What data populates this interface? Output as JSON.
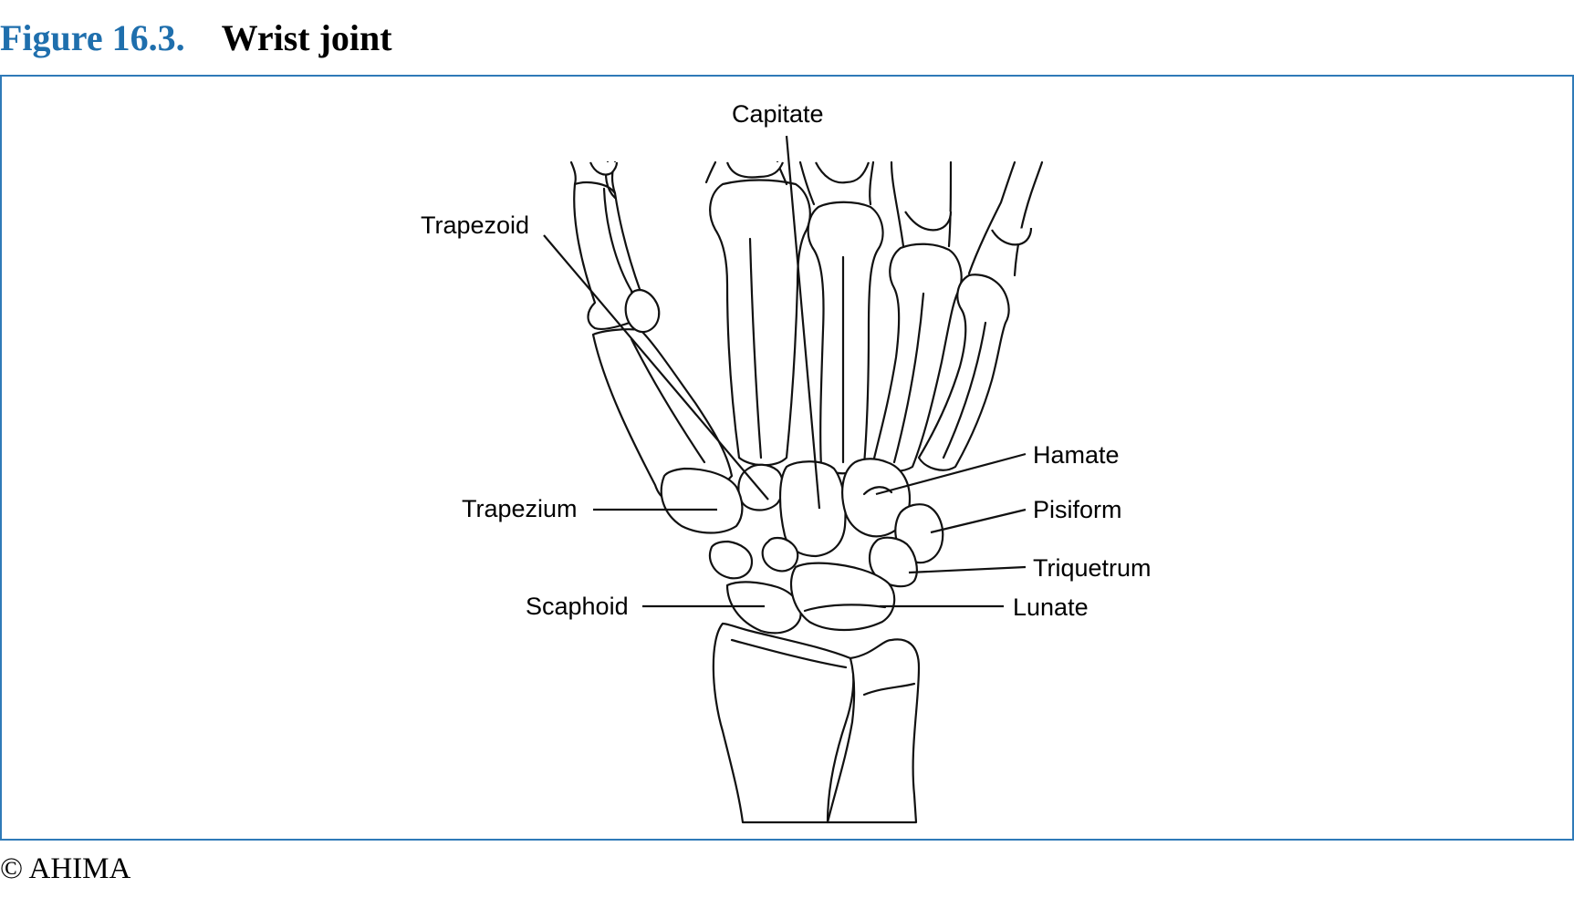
{
  "figure": {
    "number": "Figure 16.3.",
    "title": "Wrist joint"
  },
  "labels": {
    "capitate": "Capitate",
    "trapezoid": "Trapezoid",
    "hamate": "Hamate",
    "trapezium": "Trapezium",
    "pisiform": "Pisiform",
    "triquetrum": "Triquetrum",
    "scaphoid": "Scaphoid",
    "lunate": "Lunate"
  },
  "copyright": "© AHIMA",
  "colors": {
    "figure_number": "#1f6fad",
    "frame_border": "#2f7ab8"
  }
}
